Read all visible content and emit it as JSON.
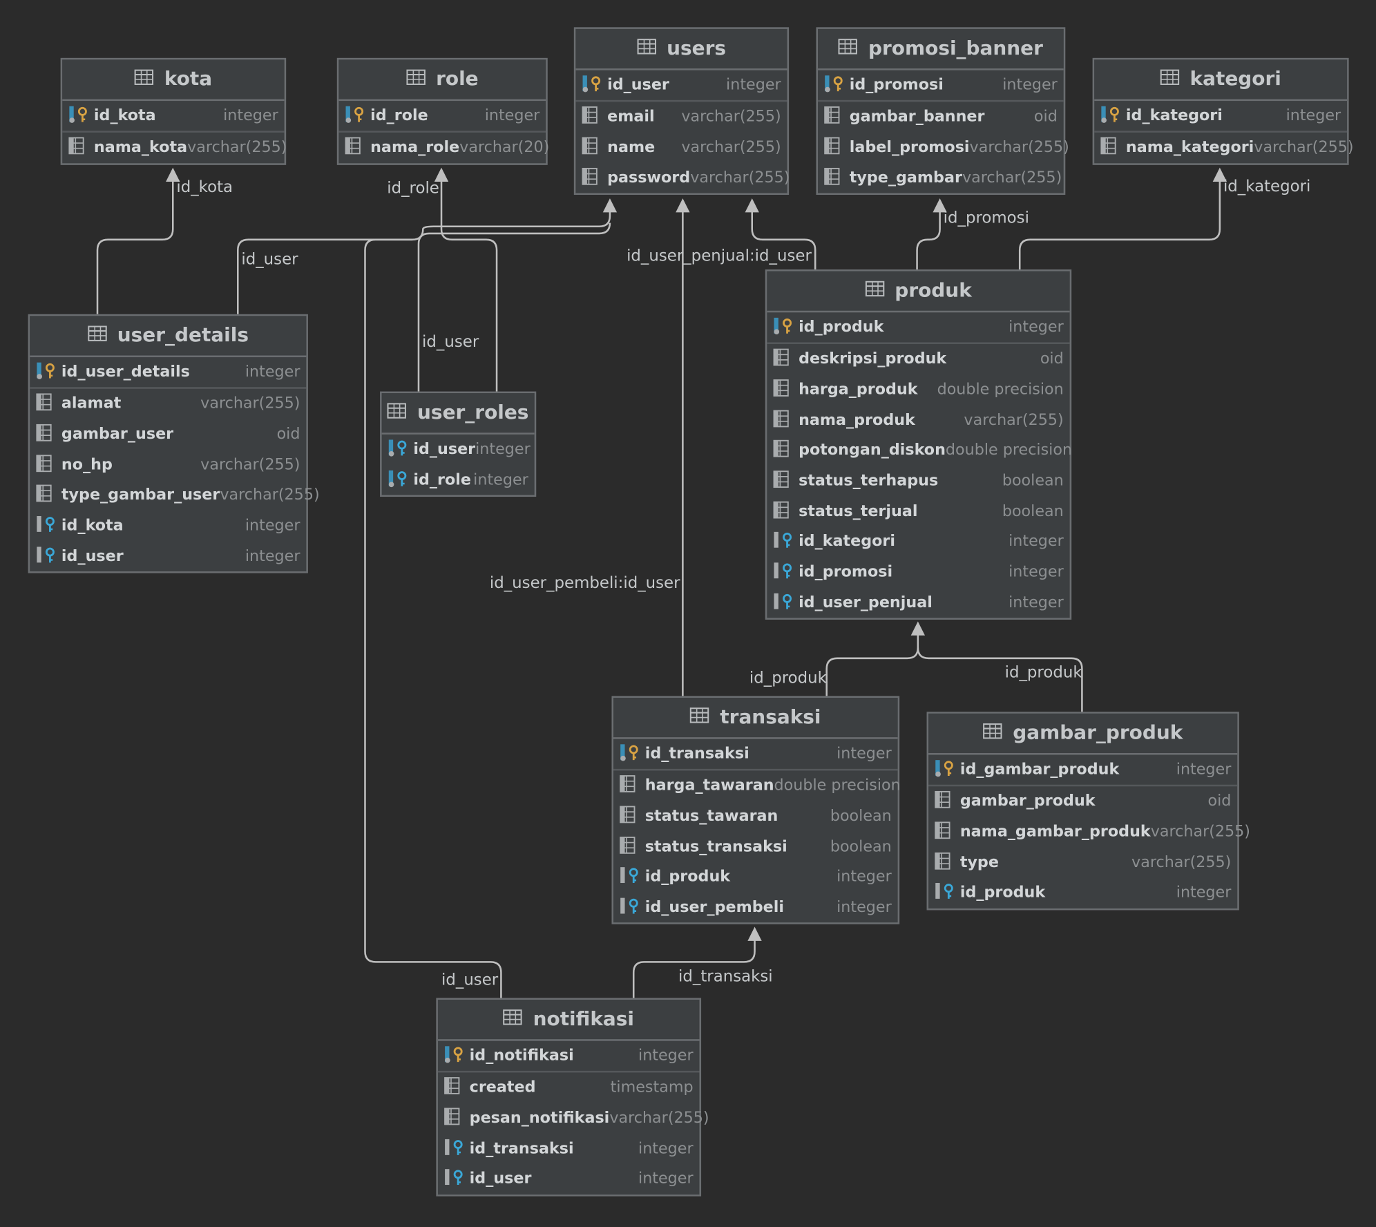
{
  "tables": [
    {
      "id": "kota",
      "name": "kota",
      "columns": [
        {
          "name": "id_kota",
          "type": "integer",
          "kind": "pk"
        },
        {
          "name": "nama_kota",
          "type": "varchar(255)",
          "kind": "col"
        }
      ]
    },
    {
      "id": "role",
      "name": "role",
      "columns": [
        {
          "name": "id_role",
          "type": "integer",
          "kind": "pk"
        },
        {
          "name": "nama_role",
          "type": "varchar(20)",
          "kind": "col"
        }
      ]
    },
    {
      "id": "users",
      "name": "users",
      "columns": [
        {
          "name": "id_user",
          "type": "integer",
          "kind": "pk"
        },
        {
          "name": "email",
          "type": "varchar(255)",
          "kind": "col"
        },
        {
          "name": "name",
          "type": "varchar(255)",
          "kind": "col"
        },
        {
          "name": "password",
          "type": "varchar(255)",
          "kind": "col"
        }
      ]
    },
    {
      "id": "promosi_banner",
      "name": "promosi_banner",
      "columns": [
        {
          "name": "id_promosi",
          "type": "integer",
          "kind": "pk"
        },
        {
          "name": "gambar_banner",
          "type": "oid",
          "kind": "col"
        },
        {
          "name": "label_promosi",
          "type": "varchar(255)",
          "kind": "col"
        },
        {
          "name": "type_gambar",
          "type": "varchar(255)",
          "kind": "col"
        }
      ]
    },
    {
      "id": "kategori",
      "name": "kategori",
      "columns": [
        {
          "name": "id_kategori",
          "type": "integer",
          "kind": "pk"
        },
        {
          "name": "nama_kategori",
          "type": "varchar(255)",
          "kind": "col"
        }
      ]
    },
    {
      "id": "user_details",
      "name": "user_details",
      "columns": [
        {
          "name": "id_user_details",
          "type": "integer",
          "kind": "pk"
        },
        {
          "name": "alamat",
          "type": "varchar(255)",
          "kind": "col"
        },
        {
          "name": "gambar_user",
          "type": "oid",
          "kind": "col"
        },
        {
          "name": "no_hp",
          "type": "varchar(255)",
          "kind": "col"
        },
        {
          "name": "type_gambar_user",
          "type": "varchar(255)",
          "kind": "col"
        },
        {
          "name": "id_kota",
          "type": "integer",
          "kind": "fk"
        },
        {
          "name": "id_user",
          "type": "integer",
          "kind": "fk"
        }
      ]
    },
    {
      "id": "user_roles",
      "name": "user_roles",
      "columns": [
        {
          "name": "id_user",
          "type": "integer",
          "kind": "pkfk"
        },
        {
          "name": "id_role",
          "type": "integer",
          "kind": "pkfk"
        }
      ]
    },
    {
      "id": "produk",
      "name": "produk",
      "columns": [
        {
          "name": "id_produk",
          "type": "integer",
          "kind": "pk"
        },
        {
          "name": "deskripsi_produk",
          "type": "oid",
          "kind": "col"
        },
        {
          "name": "harga_produk",
          "type": "double precision",
          "kind": "col"
        },
        {
          "name": "nama_produk",
          "type": "varchar(255)",
          "kind": "col"
        },
        {
          "name": "potongan_diskon",
          "type": "double precision",
          "kind": "col"
        },
        {
          "name": "status_terhapus",
          "type": "boolean",
          "kind": "col"
        },
        {
          "name": "status_terjual",
          "type": "boolean",
          "kind": "col"
        },
        {
          "name": "id_kategori",
          "type": "integer",
          "kind": "fk"
        },
        {
          "name": "id_promosi",
          "type": "integer",
          "kind": "fk"
        },
        {
          "name": "id_user_penjual",
          "type": "integer",
          "kind": "fk"
        }
      ]
    },
    {
      "id": "transaksi",
      "name": "transaksi",
      "columns": [
        {
          "name": "id_transaksi",
          "type": "integer",
          "kind": "pk"
        },
        {
          "name": "harga_tawaran",
          "type": "double precision",
          "kind": "col"
        },
        {
          "name": "status_tawaran",
          "type": "boolean",
          "kind": "col"
        },
        {
          "name": "status_transaksi",
          "type": "boolean",
          "kind": "col"
        },
        {
          "name": "id_produk",
          "type": "integer",
          "kind": "fk"
        },
        {
          "name": "id_user_pembeli",
          "type": "integer",
          "kind": "fk"
        }
      ]
    },
    {
      "id": "gambar_produk",
      "name": "gambar_produk",
      "columns": [
        {
          "name": "id_gambar_produk",
          "type": "integer",
          "kind": "pk"
        },
        {
          "name": "gambar_produk",
          "type": "oid",
          "kind": "col"
        },
        {
          "name": "nama_gambar_produk",
          "type": "varchar(255)",
          "kind": "col"
        },
        {
          "name": "type",
          "type": "varchar(255)",
          "kind": "col"
        },
        {
          "name": "id_produk",
          "type": "integer",
          "kind": "fk"
        }
      ]
    },
    {
      "id": "notifikasi",
      "name": "notifikasi",
      "columns": [
        {
          "name": "id_notifikasi",
          "type": "integer",
          "kind": "pk"
        },
        {
          "name": "created",
          "type": "timestamp",
          "kind": "col"
        },
        {
          "name": "pesan_notifikasi",
          "type": "varchar(255)",
          "kind": "col"
        },
        {
          "name": "id_transaksi",
          "type": "integer",
          "kind": "fk"
        },
        {
          "name": "id_user",
          "type": "integer",
          "kind": "fk"
        }
      ]
    }
  ],
  "relations": [
    {
      "id": "ud-kota",
      "label": "id_kota"
    },
    {
      "id": "ud-users",
      "label": "id_user"
    },
    {
      "id": "ur-role",
      "label": "id_role"
    },
    {
      "id": "ur-users",
      "label": "id_user"
    },
    {
      "id": "produk-users",
      "label": "id_user_penjual:id_user"
    },
    {
      "id": "produk-promosi",
      "label": "id_promosi"
    },
    {
      "id": "produk-kategori",
      "label": "id_kategori"
    },
    {
      "id": "transaksi-users",
      "label": "id_user_pembeli:id_user"
    },
    {
      "id": "transaksi-produk",
      "label": "id_produk"
    },
    {
      "id": "gp-produk",
      "label": "id_produk"
    },
    {
      "id": "notif-users",
      "label": "id_user"
    },
    {
      "id": "notif-transaksi",
      "label": "id_transaksi"
    }
  ],
  "colors": {
    "background": "#2b2b2b",
    "table": "#3c3f41",
    "border": "#6a6d70",
    "line": "#bfbfbf",
    "key_gold": "#d9a343",
    "key_blue": "#3aa8d8"
  }
}
